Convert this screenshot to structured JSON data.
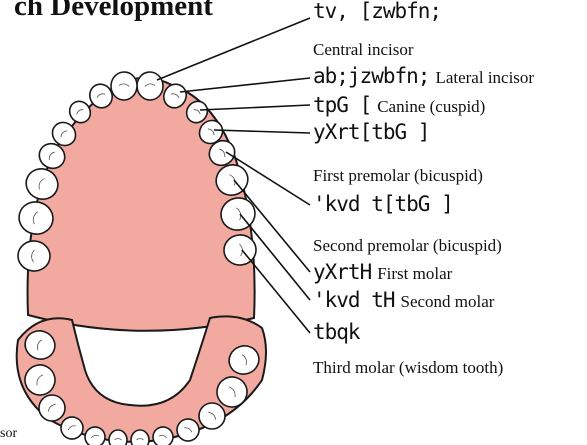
{
  "heading": "ch Development",
  "labels": [
    {
      "name": "central-incisor",
      "kiswahili": "tv, [zwbfn;",
      "english": "Central incisor"
    },
    {
      "name": "lateral-incisor",
      "kiswahili": "ab;jzwbfn;",
      "english": "Lateral incisor"
    },
    {
      "name": "canine",
      "kiswahili": "tpG [",
      "english": "Canine (cuspid)"
    },
    {
      "name": "first-premolar",
      "kiswahili": "yXrt[tbG ]",
      "english": "First premolar (bicuspid)"
    },
    {
      "name": "second-premolar",
      "kiswahili": "'kvd t[tbG ]",
      "english": "Second premolar (bicuspid)"
    },
    {
      "name": "first-molar",
      "kiswahili": "yXrtH",
      "english": "First molar"
    },
    {
      "name": "second-molar",
      "kiswahili": "'kvd tH",
      "english": "Second molar"
    },
    {
      "name": "third-molar",
      "kiswahili": "tbqk",
      "english": "Third molar (wisdom tooth)"
    }
  ],
  "footer": "sor",
  "colors": {
    "gum": "#f2aaa0",
    "gum_edge": "#e58b80",
    "tooth": "#ffffff",
    "outline": "#1a1a1a"
  }
}
